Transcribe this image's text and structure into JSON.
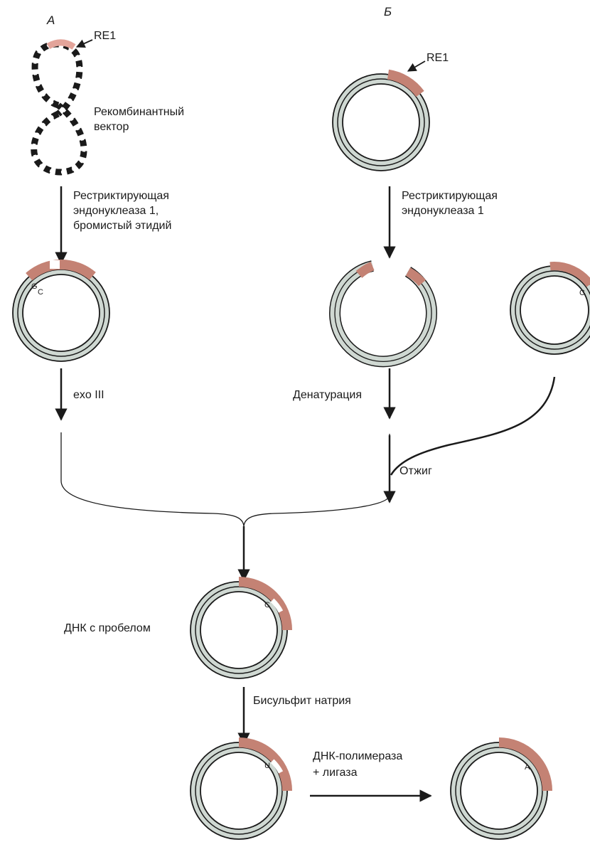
{
  "panels": {
    "a": "А",
    "b": "Б"
  },
  "labels": {
    "re1_a": "RE1",
    "re1_b": "RE1",
    "vector_line1": "Рекомбинантный",
    "vector_line2": "вектор",
    "enzyme_a_line1": "Рестриктирующая",
    "enzyme_a_line2": "эндонуклеаза 1,",
    "enzyme_a_line3": "бромистый этидий",
    "enzyme_b_line1": "Рестриктирующая",
    "enzyme_b_line2": "эндонуклеаза 1",
    "exo": "exo III",
    "denature": "Денатурация",
    "anneal": "Отжиг",
    "gapped": "ДНК с пробелом",
    "bisulfite": "Бисульфит натрия",
    "polymerase_line1": "ДНК-полимераза",
    "polymerase_line2": "+ лигаза"
  },
  "bases": {
    "g": "G",
    "c": "C",
    "u": "U",
    "a": "A"
  },
  "colors": {
    "ring_fill": "#cfd8d2",
    "ring_stroke": "#1a1a1a",
    "insert": "#c48274",
    "insert_light": "#e3a49a",
    "arrow": "#1a1a1a"
  }
}
